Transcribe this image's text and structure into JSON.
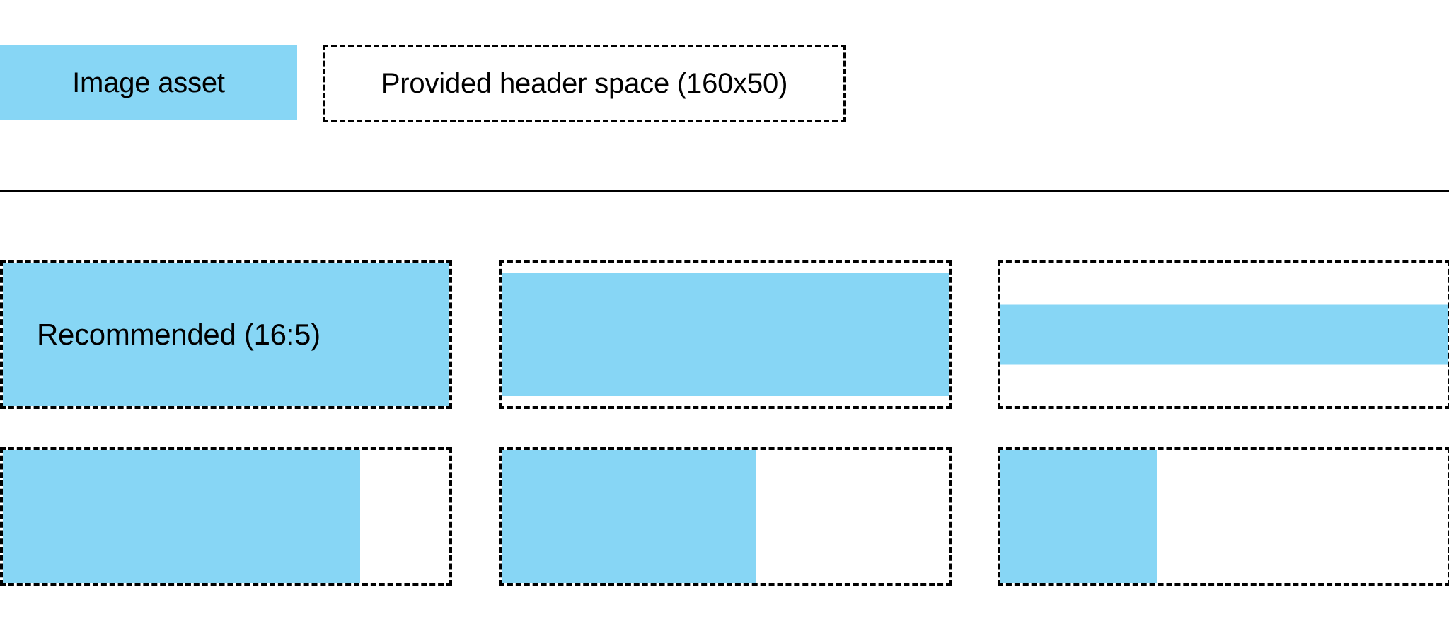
{
  "page": {
    "background_color": "#ffffff",
    "accent_color": "#87d6f5",
    "outline_color": "#000000"
  },
  "header": {
    "asset_swatch_label": "Image asset",
    "provided_space_label": "Provided header space (160x50)"
  },
  "divider": {
    "present": true
  },
  "grid": {
    "rows": [
      {
        "cells": [
          {
            "caption": "Recommended (16:5)",
            "fill_style": "full-bleed"
          },
          {
            "caption": "",
            "fill_style": "band-tall"
          },
          {
            "caption": "",
            "fill_style": "band-thin"
          }
        ]
      },
      {
        "cells": [
          {
            "caption": "",
            "fill_style": "left-partial w-80"
          },
          {
            "caption": "",
            "fill_style": "left-partial w-57"
          },
          {
            "caption": "",
            "fill_style": "left-partial w-35"
          }
        ]
      }
    ]
  }
}
